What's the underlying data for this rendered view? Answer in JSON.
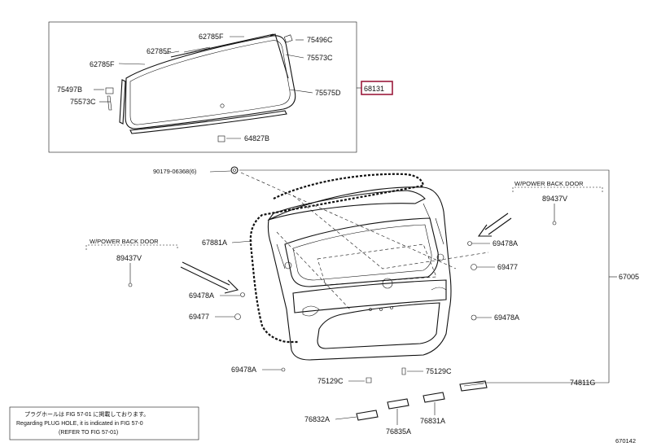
{
  "colors": {
    "highlight": "#9b1b3c",
    "ink": "#111111",
    "background": "#ffffff"
  },
  "labels": {
    "p62785f_a": "62785F",
    "p62785f_b": "62785F",
    "p62785f_c": "62785F",
    "p75496c": "75496C",
    "p75573c_a": "75573C",
    "p75497b": "75497B",
    "p75573c_b": "75573C",
    "p68131": "68131",
    "p75575d": "75575D",
    "p64827b": "64827B",
    "p90179": "90179-06368(6)",
    "wpower_right": "W/POWER BACK DOOR",
    "p89437v_right": "89437V",
    "p67881a": "67881A",
    "p69478a_1": "69478A",
    "wpower_left": "W/POWER BACK DOOR",
    "p89437v_left": "89437V",
    "p69477_r": "69477",
    "p67005": "67005",
    "p69478a_l": "69478A",
    "p69477_l": "69477",
    "p69478a_r2": "69478A",
    "p69478a_b": "69478A",
    "p75129c_l": "75129C",
    "p75129c_r": "75129C",
    "p74811g": "74811G",
    "p76832a": "76832A",
    "p76831a": "76831A",
    "p76835a": "76835A"
  },
  "note": {
    "line1": "プラグホールは FIG 57-01 に掲載しております。",
    "line2": "Regarding PLUG HOLE, it is indicated in FIG 57-0",
    "line3": "(REFER TO FIG 57-01)"
  },
  "figure_number": "670142"
}
